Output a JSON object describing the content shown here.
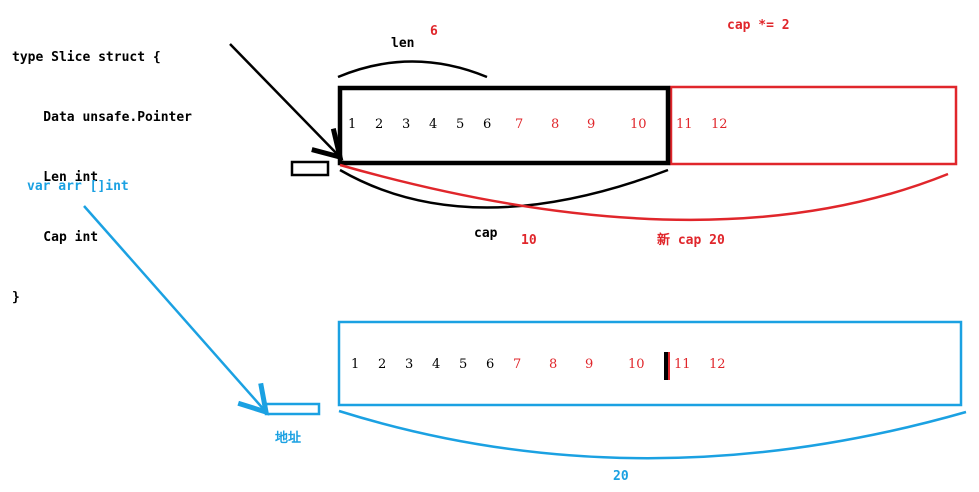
{
  "code_block": [
    "type Slice struct {",
    "    Data unsafe.Pointer",
    "    Len int",
    "    Cap int",
    "}"
  ],
  "labels": {
    "len": "len",
    "len_value": "6",
    "cap_double": "cap *= 2",
    "cap": "cap",
    "cap_value": "10",
    "new_cap": "新 cap 20",
    "var_arr": "var arr []int",
    "address": "地址",
    "bottom_cap": "20"
  },
  "top_row": [
    "1",
    "2",
    "3",
    "4",
    "5",
    "6",
    "7",
    "8",
    "9",
    "10",
    "11",
    "12"
  ],
  "bottom_row": [
    "1",
    "2",
    "3",
    "4",
    "5",
    "6",
    "7",
    "8",
    "9",
    "10",
    "11",
    "12"
  ],
  "colors": {
    "black": "#000000",
    "red": "#e0262b",
    "blue": "#1ba1e2"
  }
}
